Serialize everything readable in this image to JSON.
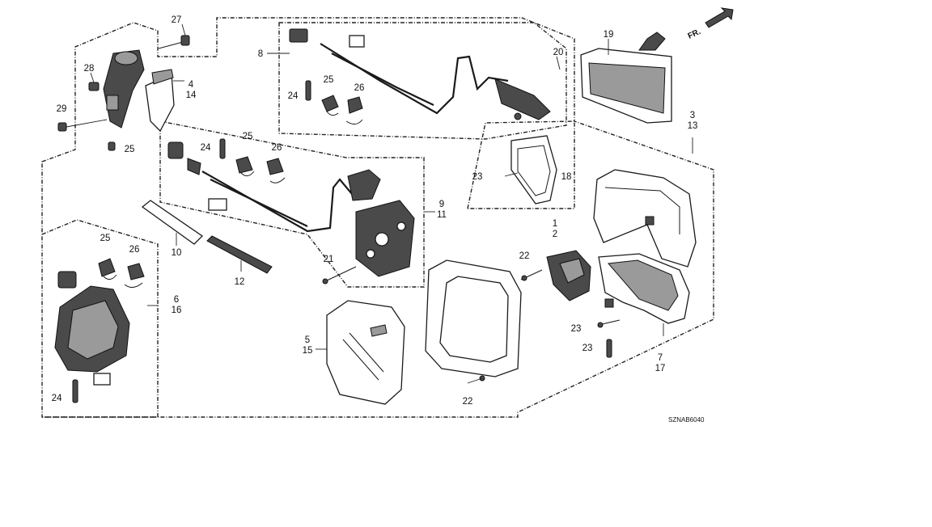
{
  "diagram": {
    "drawing_code": "SZNAB6040",
    "front_arrow_text": "FR."
  },
  "labels": [
    {
      "id": "p27",
      "text": "27"
    },
    {
      "id": "p28",
      "text": "28"
    },
    {
      "id": "p4_14",
      "text": "4\n14"
    },
    {
      "id": "p29",
      "text": "29"
    },
    {
      "id": "p25a",
      "text": "25"
    },
    {
      "id": "p8",
      "text": "8"
    },
    {
      "id": "p24a",
      "text": "24"
    },
    {
      "id": "p25b",
      "text": "25"
    },
    {
      "id": "p26a",
      "text": "26"
    },
    {
      "id": "p20",
      "text": "20"
    },
    {
      "id": "p19",
      "text": "19"
    },
    {
      "id": "p3_13",
      "text": "3\n13"
    },
    {
      "id": "p24b",
      "text": "24"
    },
    {
      "id": "p25c",
      "text": "25"
    },
    {
      "id": "p26b",
      "text": "26"
    },
    {
      "id": "p23a",
      "text": "23"
    },
    {
      "id": "p18",
      "text": "18"
    },
    {
      "id": "p9_11",
      "text": "9\n11"
    },
    {
      "id": "p1_2",
      "text": "1\n2"
    },
    {
      "id": "p10",
      "text": "10"
    },
    {
      "id": "p12",
      "text": "12"
    },
    {
      "id": "p21",
      "text": "21"
    },
    {
      "id": "p22a",
      "text": "22"
    },
    {
      "id": "p25d",
      "text": "25"
    },
    {
      "id": "p26c",
      "text": "26"
    },
    {
      "id": "p6_16",
      "text": "6\n16"
    },
    {
      "id": "p5_15",
      "text": "5\n15"
    },
    {
      "id": "p23b",
      "text": "23"
    },
    {
      "id": "p23c",
      "text": "23"
    },
    {
      "id": "p7_17",
      "text": "7\n17"
    },
    {
      "id": "p22b",
      "text": "22"
    },
    {
      "id": "p24c",
      "text": "24"
    }
  ]
}
